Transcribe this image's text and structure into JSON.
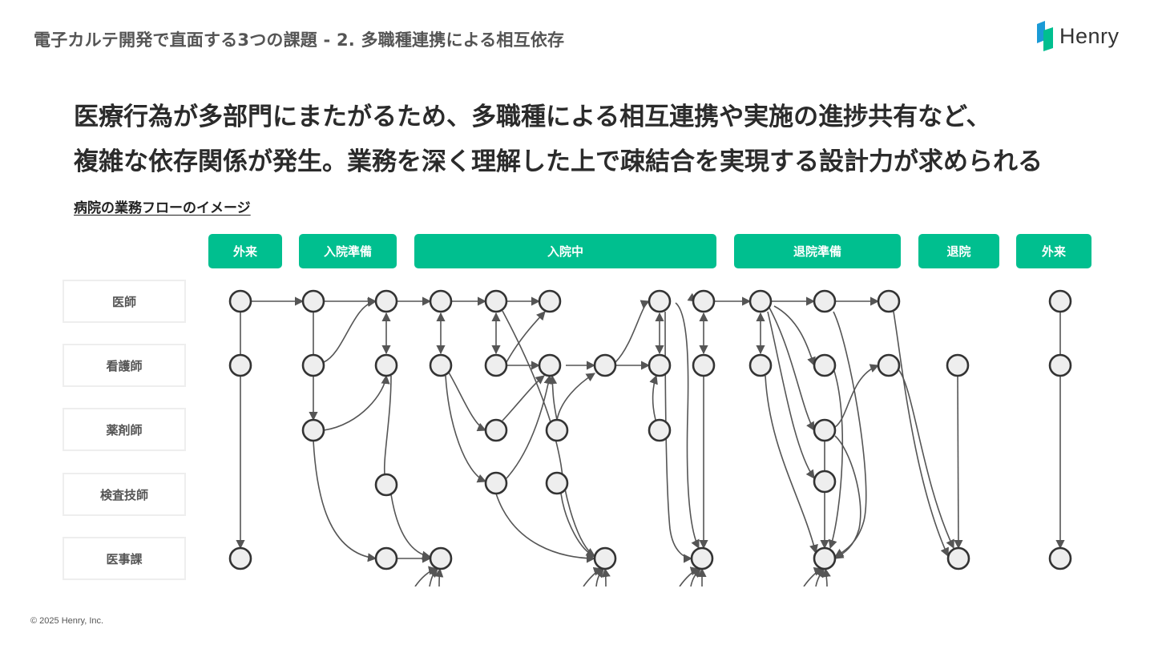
{
  "header": {
    "title": "電子カルテ開発で直面する3つの課題 - 2. 多職種連携による相互依存"
  },
  "logo": {
    "text": "Henry",
    "icon": "henry-logo-mark",
    "colors": [
      "#00bf8f",
      "#1a9ad6"
    ]
  },
  "headline": {
    "line1": "医療行為が多部門にまたがるため、多職種による相互連携や実施の進捗共有など、",
    "line2": "複雑な依存関係が発生。業務を深く理解した上で疎結合を実現する設計力が求められる"
  },
  "flow_label": "病院の業務フローのイメージ",
  "phases": [
    "外来",
    "入院準備",
    "入院中",
    "退院準備",
    "退院",
    "外来"
  ],
  "roles": [
    "医師",
    "看護師",
    "薬剤師",
    "検査技師",
    "医事課"
  ],
  "colors": {
    "accent": "#00bf8f",
    "node_stroke": "#333333",
    "edge": "#555555",
    "role_border": "#eeeeee"
  },
  "copyright": "© 2025 Henry, Inc."
}
